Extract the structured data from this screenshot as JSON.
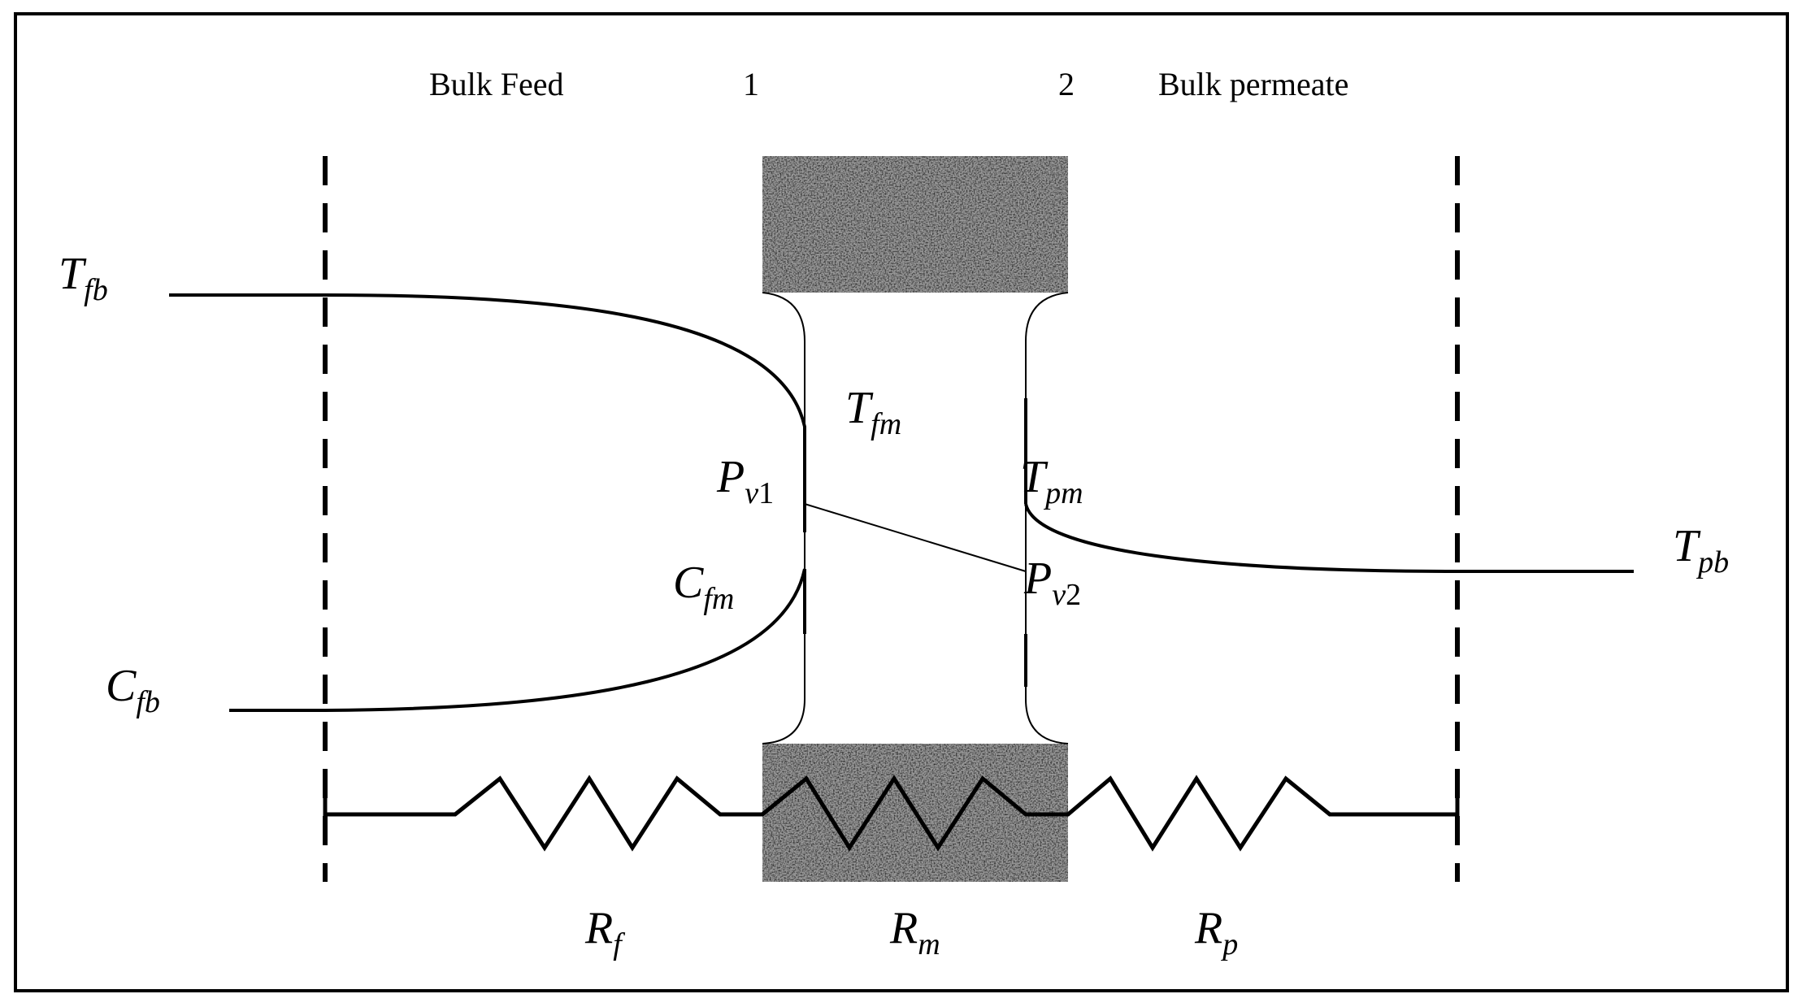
{
  "colors": {
    "ink": "#000000",
    "membrane_light": "#cfcfcf",
    "membrane_dark": "#3a3a3a"
  },
  "labels": {
    "bulk_feed": "Bulk Feed",
    "interface_1": "1",
    "interface_2": "2",
    "bulk_permeate": "Bulk permeate"
  },
  "symbols": {
    "T_fb": {
      "main": "T",
      "sub": "fb"
    },
    "T_fm": {
      "main": "T",
      "sub": "fm"
    },
    "P_v1": {
      "main": "P",
      "sub": "v",
      "num": "1"
    },
    "T_pm": {
      "main": "T",
      "sub": "pm"
    },
    "T_pb": {
      "main": "T",
      "sub": "pb"
    },
    "C_fm": {
      "main": "C",
      "sub": "fm"
    },
    "P_v2": {
      "main": "P",
      "sub": "v",
      "num": "2"
    },
    "C_fb": {
      "main": "C",
      "sub": "fb"
    },
    "R_f": {
      "main": "R",
      "sub": "f"
    },
    "R_m": {
      "main": "R",
      "sub": "m"
    },
    "R_p": {
      "main": "R",
      "sub": "p"
    }
  }
}
